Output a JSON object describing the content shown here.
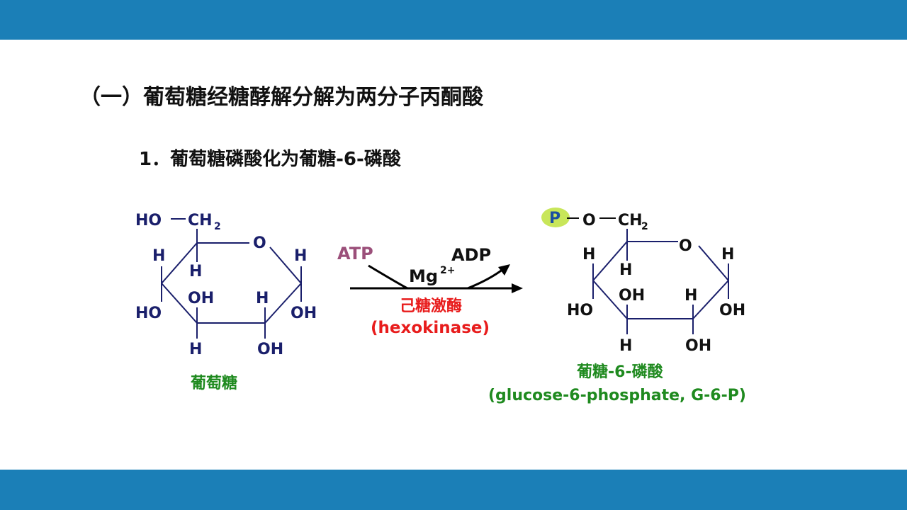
{
  "colors": {
    "band": "#1b7fb7",
    "navy_text": "#1a1f6b",
    "bond": "#1a1f6b",
    "atp": "#9b4f7a",
    "enzyme": "#e81c1c",
    "green": "#1f8a1f",
    "highlight": "#c8e65a"
  },
  "title": "（一）葡萄糖经糖酵解分解为两分子丙酮酸",
  "subtitle": "1．葡萄糖磷酸化为葡糖-6-磷酸",
  "glucose": {
    "ho": "HO",
    "ch": "CH",
    "sub2": "2",
    "o": "O",
    "h_left": "H",
    "h_c5": "H",
    "h_right": "H",
    "ho_left": "HO",
    "oh_c3": "OH",
    "h_c2": "H",
    "oh_right": "OH",
    "h_bottom": "H",
    "oh_bottom": "OH",
    "name": "葡萄糖"
  },
  "reaction": {
    "atp": "ATP",
    "adp": "ADP",
    "mg": "Mg",
    "mg_charge": "2+",
    "enzyme_cn": "己糖激酶",
    "enzyme_en": "(hexokinase)"
  },
  "g6p": {
    "p": "P",
    "o_link": "O",
    "ch": "CH",
    "sub2": "2",
    "o": "O",
    "h_left": "H",
    "h_c5": "H",
    "h_right": "H",
    "ho_left": "HO",
    "oh_c3": "OH",
    "h_c2": "H",
    "oh_right": "OH",
    "h_bottom": "H",
    "oh_bottom": "OH",
    "name_cn": "葡糖-6-磷酸",
    "name_en": "(glucose-6-phosphate, G-6-P)"
  }
}
